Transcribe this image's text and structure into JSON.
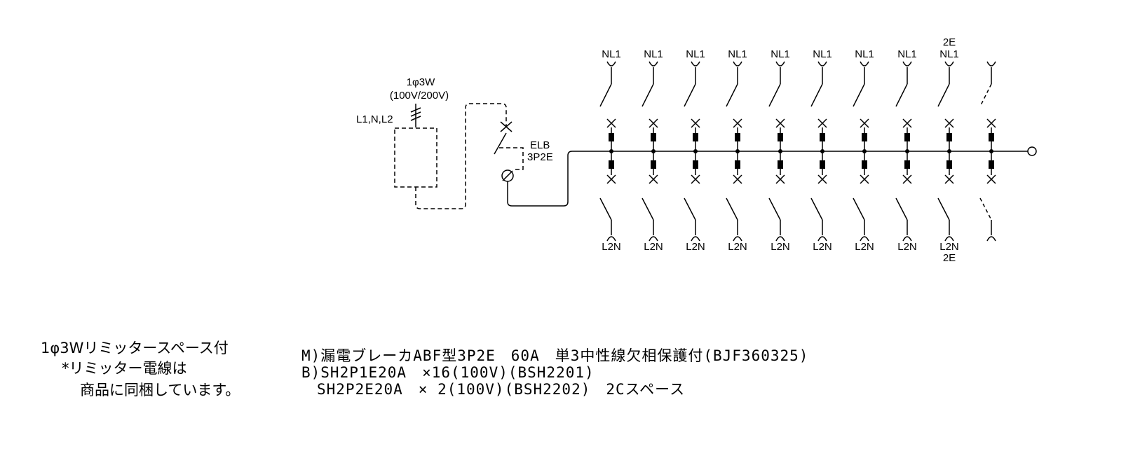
{
  "input": {
    "phase": "1φ3W",
    "voltage": "(100V/200V)",
    "lines": "L1,N,L2"
  },
  "main_breaker": {
    "type": "ELB",
    "poles": "3P2E"
  },
  "branches": {
    "top_labels": [
      "NL1",
      "NL1",
      "NL1",
      "NL1",
      "NL1",
      "NL1",
      "NL1",
      "NL1",
      "NL1"
    ],
    "top_extra": [
      "",
      "",
      "",
      "",
      "",
      "",
      "",
      "",
      "2E"
    ],
    "bottom_labels": [
      "L2N",
      "L2N",
      "L2N",
      "L2N",
      "L2N",
      "L2N",
      "L2N",
      "L2N",
      "L2N"
    ],
    "bottom_extra": [
      "",
      "",
      "",
      "",
      "",
      "",
      "",
      "",
      "2E"
    ],
    "spare_count": 1
  },
  "notes": {
    "line1": "1φ3Wリミッタースペース付",
    "line2": "*リミッター電線は",
    "line3": "商品に同梱しています。"
  },
  "spec": {
    "line1": "M)漏電ブレーカABF型3P2E　60A　単3中性線欠相保護付(BJF360325)",
    "line2": "B)SH2P1E20A　×16(100V)(BSH2201)",
    "line3": "　SH2P2E20A　× 2(100V)(BSH2202)　2Cスペース"
  }
}
